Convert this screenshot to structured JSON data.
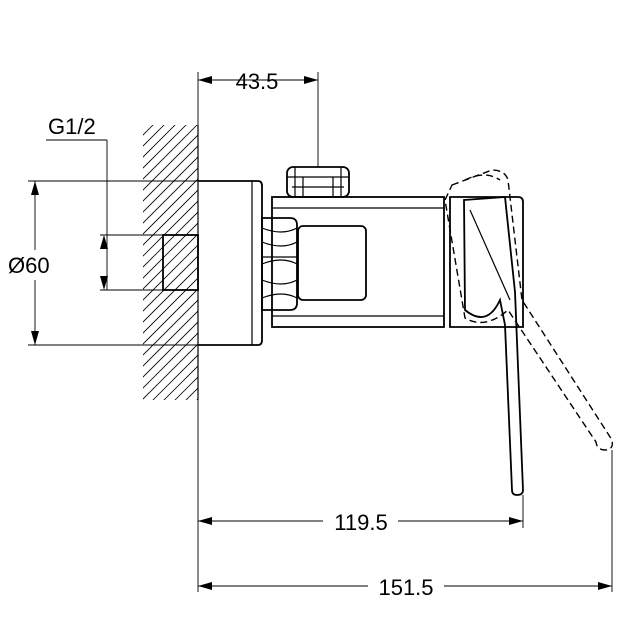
{
  "drawing": {
    "line_color": "#000000",
    "background": "#ffffff",
    "dimensions": {
      "top_offset": "43.5",
      "thread": "G1/2",
      "diameter": "Ø60",
      "handle_length": "119.5",
      "total_length": "151.5"
    }
  }
}
